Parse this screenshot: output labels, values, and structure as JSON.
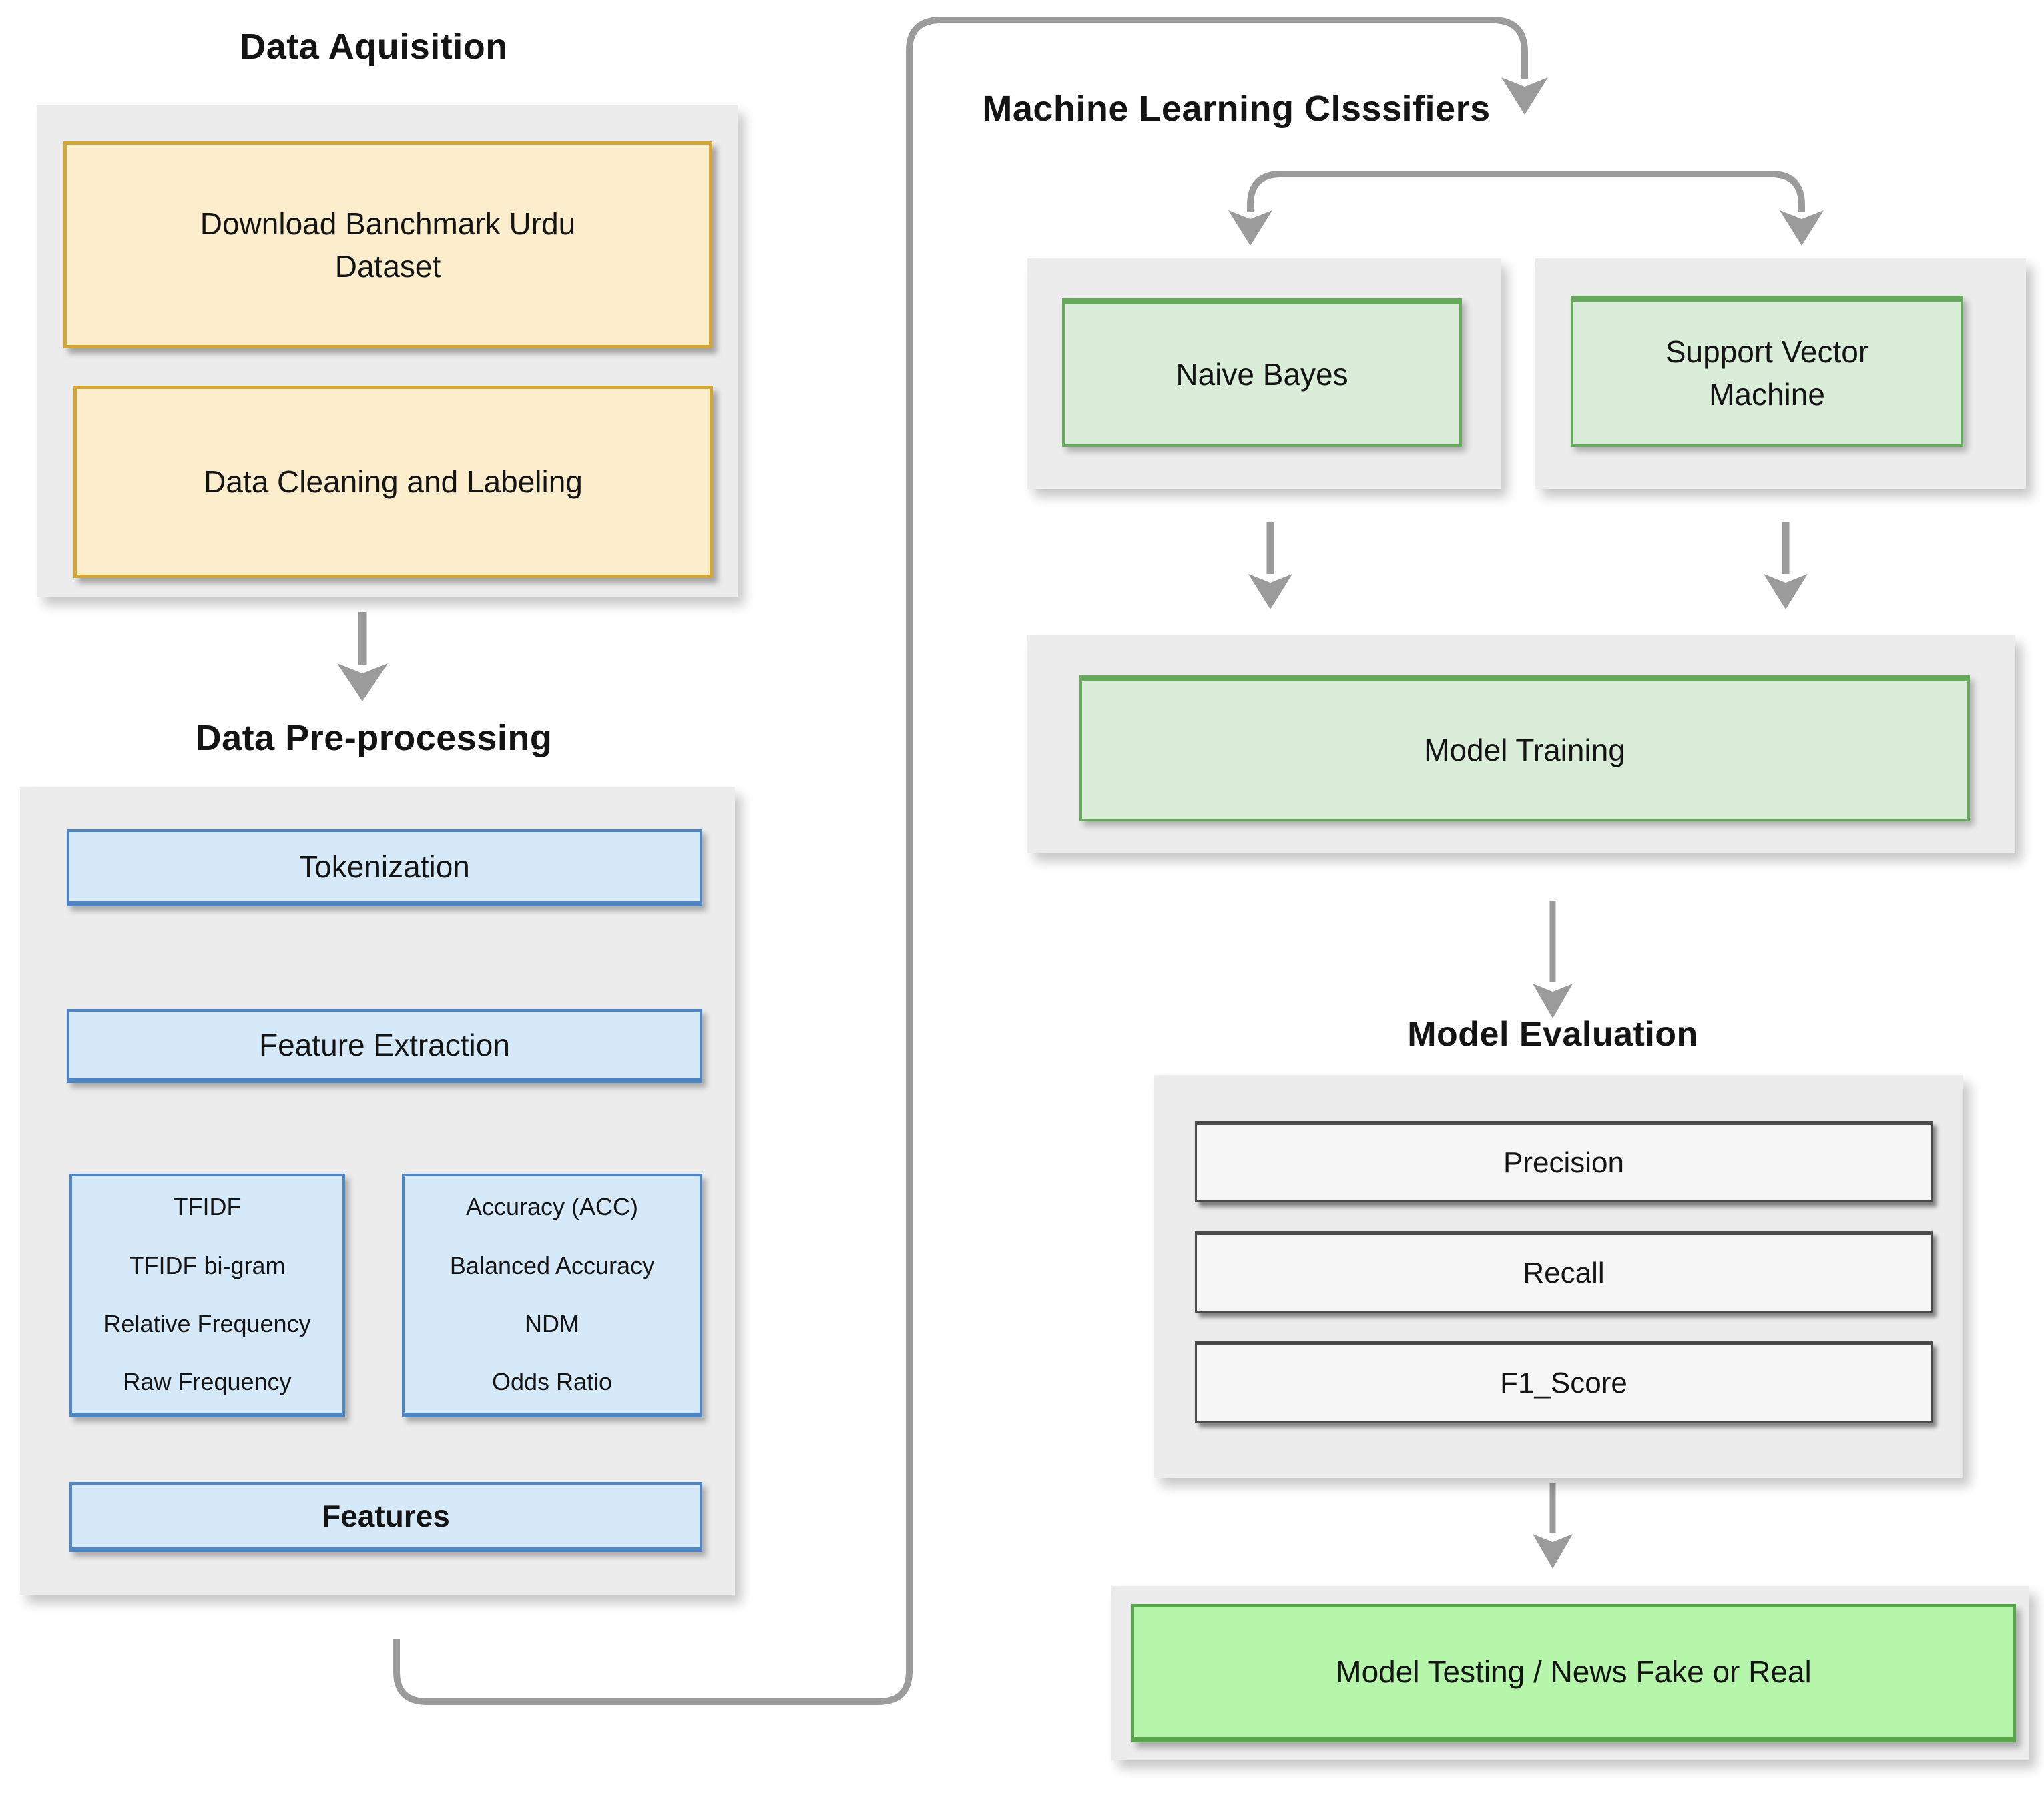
{
  "diagram": {
    "acquisition": {
      "title": "Data Aquisition",
      "step_download": "Download Banchmark Urdu Dataset",
      "step_cleaning": "Data Cleaning and Labeling"
    },
    "preprocessing": {
      "title": "Data Pre-processing",
      "tokenization": "Tokenization",
      "feature_extraction": "Feature Extraction",
      "weighting": [
        "TFIDF",
        "TFIDF bi-gram",
        "Relative Frequency",
        "Raw Frequency"
      ],
      "selection_metrics": [
        "Accuracy (ACC)",
        "Balanced Accuracy",
        "NDM",
        "Odds Ratio"
      ],
      "features": "Features"
    },
    "classifiers": {
      "title": "Machine Learning Clsssifiers",
      "naive_bayes": "Naive Bayes",
      "svm": "Support Vector Machine"
    },
    "training": {
      "label": "Model Training"
    },
    "evaluation": {
      "title": "Model Evaluation",
      "metrics": [
        "Precision",
        "Recall",
        "F1_Score"
      ]
    },
    "testing": {
      "label": "Model Testing / News Fake or Real"
    }
  },
  "colors": {
    "text": "#141414",
    "arrowGray": "#9b9b9b",
    "containerFill": "#ececec",
    "yellowFill": "#fceecd",
    "yellowBorder": "#d4a634",
    "blueFill": "#d6e9f8",
    "blueBorder": "#4d86c2",
    "greenFill": "#d9edd8",
    "greenBorder": "#68aa5d",
    "brightGreenFill": "#b5f6ab",
    "brightGreenBorder": "#57a748",
    "metricFill": "#f6f6f6",
    "metricBorder": "#4a4a4a"
  }
}
